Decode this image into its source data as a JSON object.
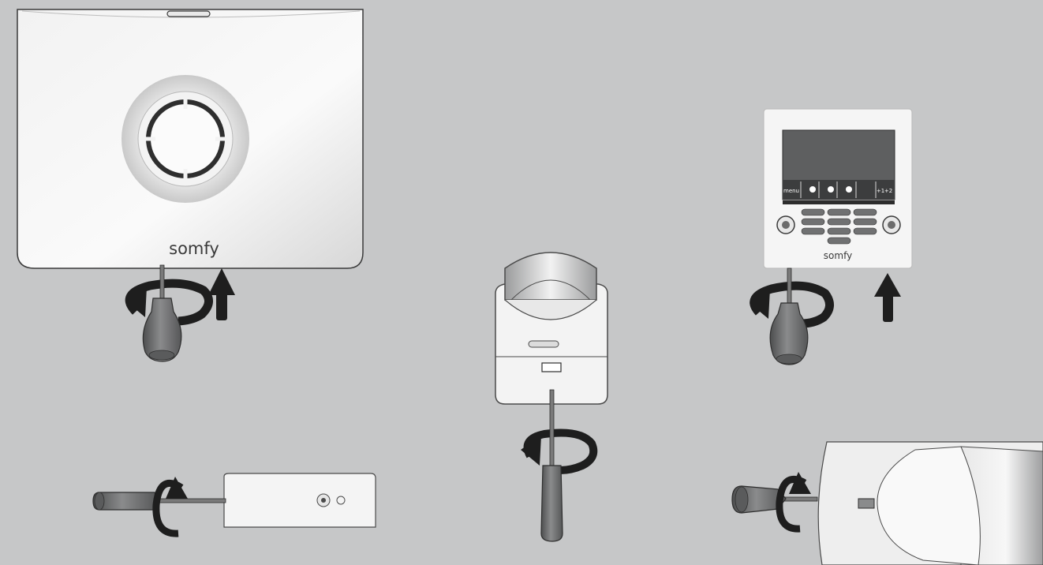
{
  "brand": {
    "logo_text": "somfy"
  },
  "keypad": {
    "softkeys": [
      "menu",
      "",
      "",
      "",
      "+1",
      "+2"
    ]
  },
  "colors": {
    "background": "#c6c7c8",
    "device_body": "#f4f4f4",
    "device_outline": "#3a3a3a",
    "screen": "#5e5f60",
    "screwdriver_handle": "#6b6c6d",
    "arrow": "#1e1e1e"
  },
  "icons": [
    "rotation-arrow-icon",
    "up-arrow-icon",
    "screwdriver-icon"
  ]
}
